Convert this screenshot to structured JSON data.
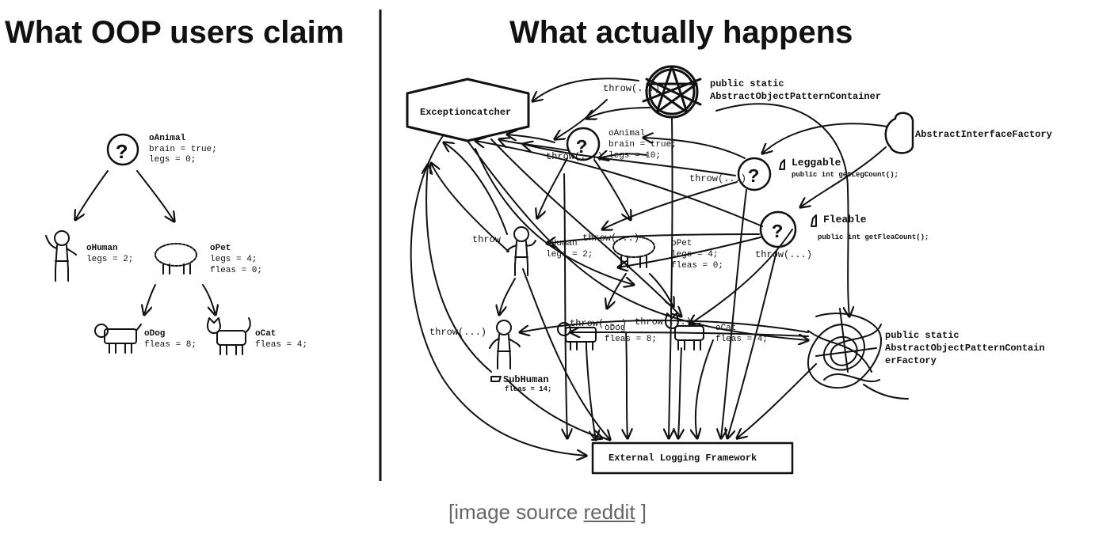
{
  "left": {
    "title": "What OOP users claim",
    "nodes": {
      "animal": {
        "name": "oAnimal",
        "line1": "brain = true;",
        "line2": "legs = 0;"
      },
      "human": {
        "name": "oHuman",
        "line1": "legs = 2;"
      },
      "pet": {
        "name": "oPet",
        "line1": "legs = 4;",
        "line2": "fleas = 0;"
      },
      "dog": {
        "name": "oDog",
        "line1": "fleas = 8;"
      },
      "cat": {
        "name": "oCat",
        "line1": "fleas = 4;"
      }
    }
  },
  "right": {
    "title": "What actually happens",
    "exception_catcher": "Exceptioncatcher",
    "logging": "External Logging Framework",
    "container": {
      "line1": "public static",
      "line2": "AbstractObjectPatternContainer"
    },
    "interface_factory": "AbstractInterfaceFactory",
    "leggable": {
      "name": "Leggable",
      "method": "public int getLegCount();"
    },
    "fleable": {
      "name": "Fleable",
      "method": "public int getFleaCount();"
    },
    "container_factory": {
      "line1": "public static",
      "line2": "AbstractObjectPatternContain",
      "line3": "erFactory"
    },
    "animal": {
      "name": "oAnimal",
      "line1": "brain = true;",
      "line2": "legs = 10;"
    },
    "human": {
      "name": "oHuman",
      "line1": "legs = 2;"
    },
    "pet": {
      "name": "oPet",
      "line1": "legs = 4;",
      "line2": "fleas = 0;"
    },
    "dog": {
      "name": "oDog",
      "line1": "fleas = 8;"
    },
    "cat": {
      "name": "oCat",
      "line1": "fleas = 4;"
    },
    "subhuman": {
      "name": "SubHuman",
      "line1": "fleas = 14;"
    },
    "throw_label": "throw(...)",
    "throw_short": "throw"
  },
  "caption": {
    "prefix": "[image source ",
    "link": "reddit",
    "suffix": " ]"
  }
}
